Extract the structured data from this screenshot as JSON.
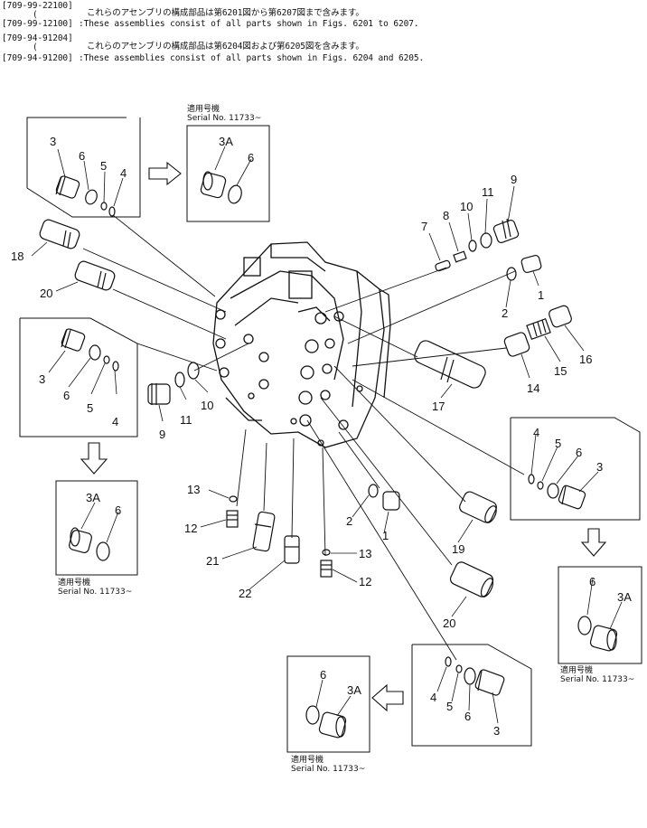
{
  "header": {
    "codes": [
      "[709-99-22100]",
      "(",
      "[709-99-12100]",
      "[709-94-91204]",
      "(",
      "[709-94-91200]"
    ],
    "line1_jp": "これらのアセンブリの構成部品は第6201図から第6207図まで含みます。",
    "line1_en": ":These assemblies consist of all parts shown in Figs. 6201 to 6207.",
    "line2_jp": "これらのアセンブリの構成部品は第6204図および第6205図を含みます。",
    "line2_en": ":These assemblies consist of all parts shown in Figs. 6204 and 6205."
  },
  "serial_note": {
    "jp": "適用号機",
    "en": "Serial No. 11733~"
  },
  "part_labels": {
    "p1": "1",
    "p2": "2",
    "p3": "3",
    "p3a": "3A",
    "p4": "4",
    "p5": "5",
    "p6": "6",
    "p7": "7",
    "p8": "8",
    "p9": "9",
    "p10": "10",
    "p11": "11",
    "p12": "12",
    "p13": "13",
    "p14": "14",
    "p15": "15",
    "p16": "16",
    "p17": "17",
    "p18": "18",
    "p19": "19",
    "p20": "20",
    "p21": "21",
    "p22": "22"
  },
  "colors": {
    "line": "#111111",
    "background": "#ffffff"
  }
}
